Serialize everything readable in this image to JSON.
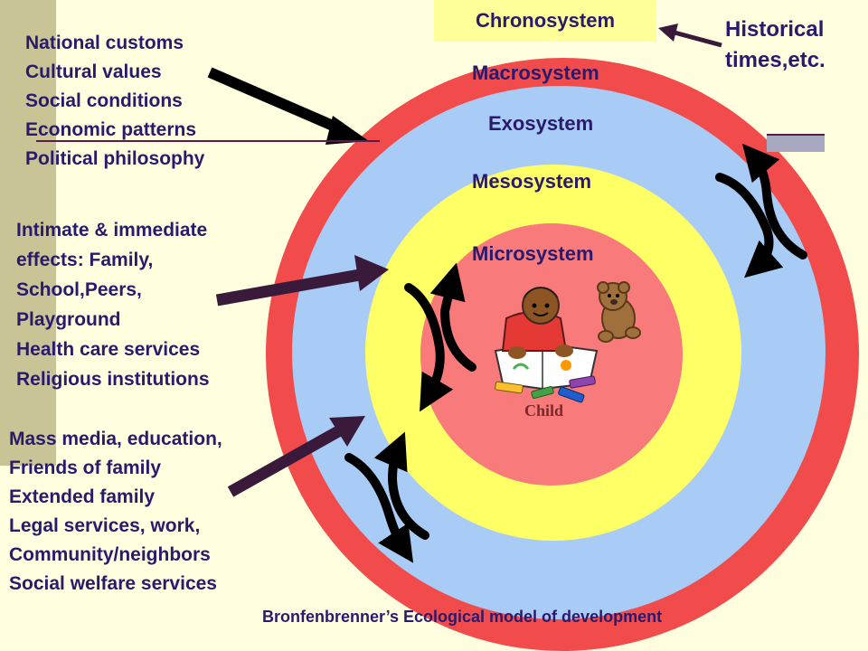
{
  "chronosystem_label": "Chronosystem",
  "historical_lines": [
    "Historical",
    "times,etc."
  ],
  "rings": {
    "macrosystem": "Macrosystem",
    "exosystem": "Exosystem",
    "mesosystem": "Mesosystem",
    "microsystem": "Microsystem"
  },
  "child_label": "Child",
  "macro_items": [
    "National customs",
    "Cultural values",
    "Social conditions",
    "Economic patterns",
    "Political philosophy"
  ],
  "micro_items": [
    "Intimate & immediate",
    "effects: Family,",
    "School,Peers,",
    "Playground",
    "Health care services",
    "Religious institutions"
  ],
  "exo_items": [
    "Mass media, education,",
    "Friends of family",
    "Extended family",
    "Legal services, work,",
    "Community/neighbors",
    "Social welfare services"
  ],
  "caption": "Bronfenbrenner’s Ecological model of development",
  "colors": {
    "background": "#ffffe0",
    "macrosystem": "#f24b4b",
    "exosystem": "#a8ccf5",
    "mesosystem": "#ffff66",
    "microsystem": "#f97a7a",
    "text": "#2a1a6e"
  },
  "icons": [
    "child-drawing-icon",
    "teddy-bear-icon",
    "crayon-icon",
    "double-curved-arrow-icon"
  ]
}
